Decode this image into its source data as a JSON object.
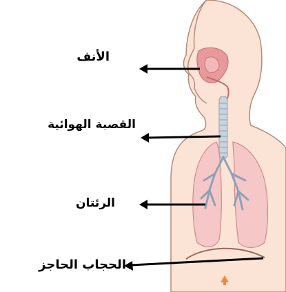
{
  "labels": {
    "nose": "الأنف",
    "trachea": "القصبة الهوائية",
    "lungs": "الرئتان",
    "diaphragm": "الحجاب الحاجز"
  },
  "icons": [
    "nose-pointer-arrow",
    "trachea-pointer-arrow",
    "lungs-pointer-arrow",
    "diaphragm-pointer-arrow",
    "cursor-marker-icon"
  ],
  "colors": {
    "skin": "#fbe3d6",
    "skin_outline": "#b58a7a",
    "lung_fill": "#f6c7c7",
    "nasal_cavity": "#e89a9a",
    "trachea": "#c9d3df",
    "bronchi": "#8fa0b8",
    "arrow": "#000000",
    "marker": "#f08a3c"
  }
}
